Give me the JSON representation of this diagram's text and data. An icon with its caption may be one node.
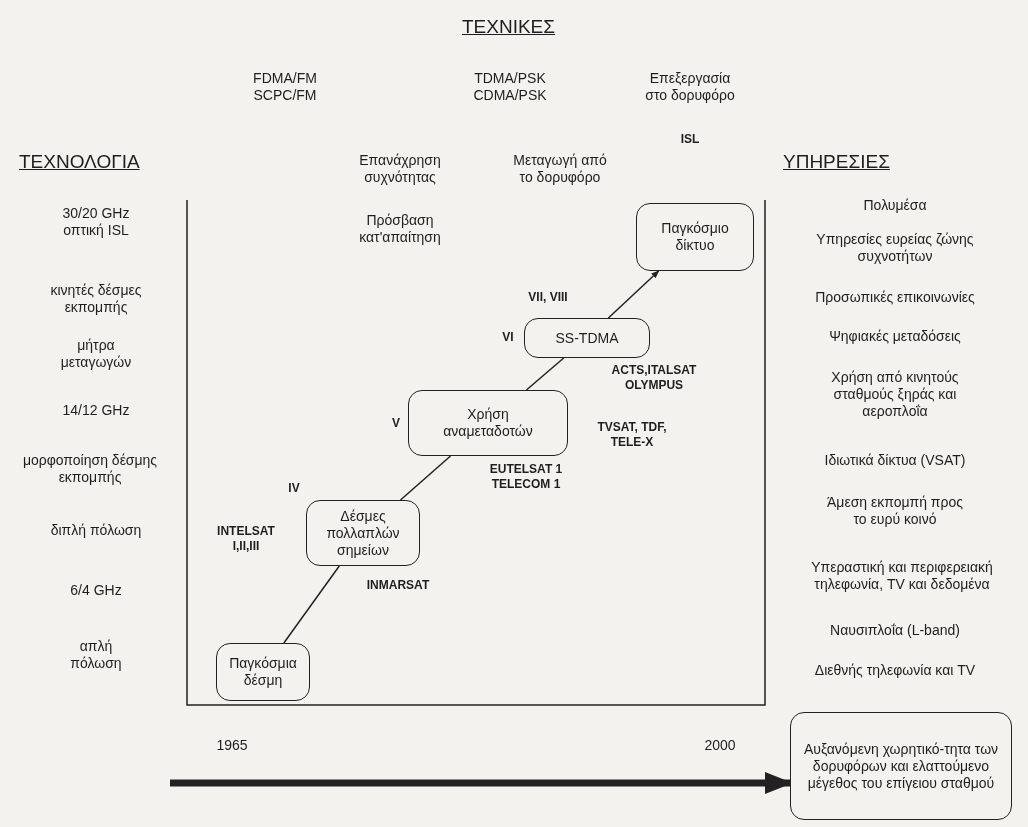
{
  "diagram": {
    "title": "ΤΕΧΝΙΚΕΣ",
    "nodes": [
      {
        "text": [
          "Παγκόσμια δέσμη"
        ]
      },
      {
        "text": [
          "Δέσμες πολλαπλών σημείων"
        ]
      },
      {
        "text": [
          "Χρήση αναμεταδοτών"
        ]
      },
      {
        "text": [
          "SS-TDMA"
        ]
      },
      {
        "text": [
          "Παγκόσμιο δίκτυο"
        ]
      },
      {
        "text": [
          "Αυξανόμενη χωρητικό-τητα των δορυφόρων και ελαττούμενο μέγεθος του επίγειου σταθμού"
        ]
      }
    ],
    "edges": [
      {
        "from": 0,
        "to": 1,
        "arrow": "none"
      },
      {
        "from": 1,
        "to": 2,
        "arrow": "none"
      },
      {
        "from": 2,
        "to": 3,
        "arrow": "none"
      },
      {
        "from": 3,
        "to": 4,
        "arrow": "to"
      },
      {
        "from": null,
        "to": 5,
        "arrow": "to",
        "style": "thick"
      }
    ],
    "labels": [
      "FDMA/FM SCPC/FM",
      "TDMA/PSK CDMA/PSK",
      "Επεξεργασία στο δορυφόρο",
      "ISL",
      "ΤΕΧΝΟΛΟΓΙΑ",
      "Επανάχρηση συχνότητας",
      "Μεταγωγή από το δορυφόρο",
      "ΥΠΗΡΕΣΙΕΣ",
      "30/20 GHz οπτική ISL",
      "Πρόσβαση κατ'απαίτηση",
      "Πολυμέσα",
      "Υπηρεσίες ευρείας ζώνης συχνοτήτων",
      "κινητές δέσμες εκπομπής",
      "VII, VIII",
      "Προσωπικές επικοινωνίες",
      "μήτρα μεταγωγών",
      "VI",
      "Ψηφιακές μεταδόσεις",
      "ACTS,ITALSAT OLYMPUS",
      "Χρήση από κινητούς σταθμούς ξηράς και αεροπλοΐα",
      "14/12 GHz",
      "V",
      "TVSAT, TDF, TELE-X",
      "μορφοποίηση δέσμης εκπομπής",
      "Ιδιωτικά δίκτυα (VSAT)",
      "IV",
      "EUTELSAT 1 TELECOM 1",
      "Άμεση εκπομπή προς το ευρύ κοινό",
      "διπλή πόλωση",
      "INTELSAT I,II,III",
      "Υπεραστική και περιφερειακή τηλεφωνία, TV και δεδομένα",
      "6/4 GHz",
      "INMARSAT",
      "Ναυσιπλοΐα (L-band)",
      "απλή πόλωση",
      "Διεθνής τηλεφωνία και TV",
      "1965",
      "2000"
    ]
  }
}
